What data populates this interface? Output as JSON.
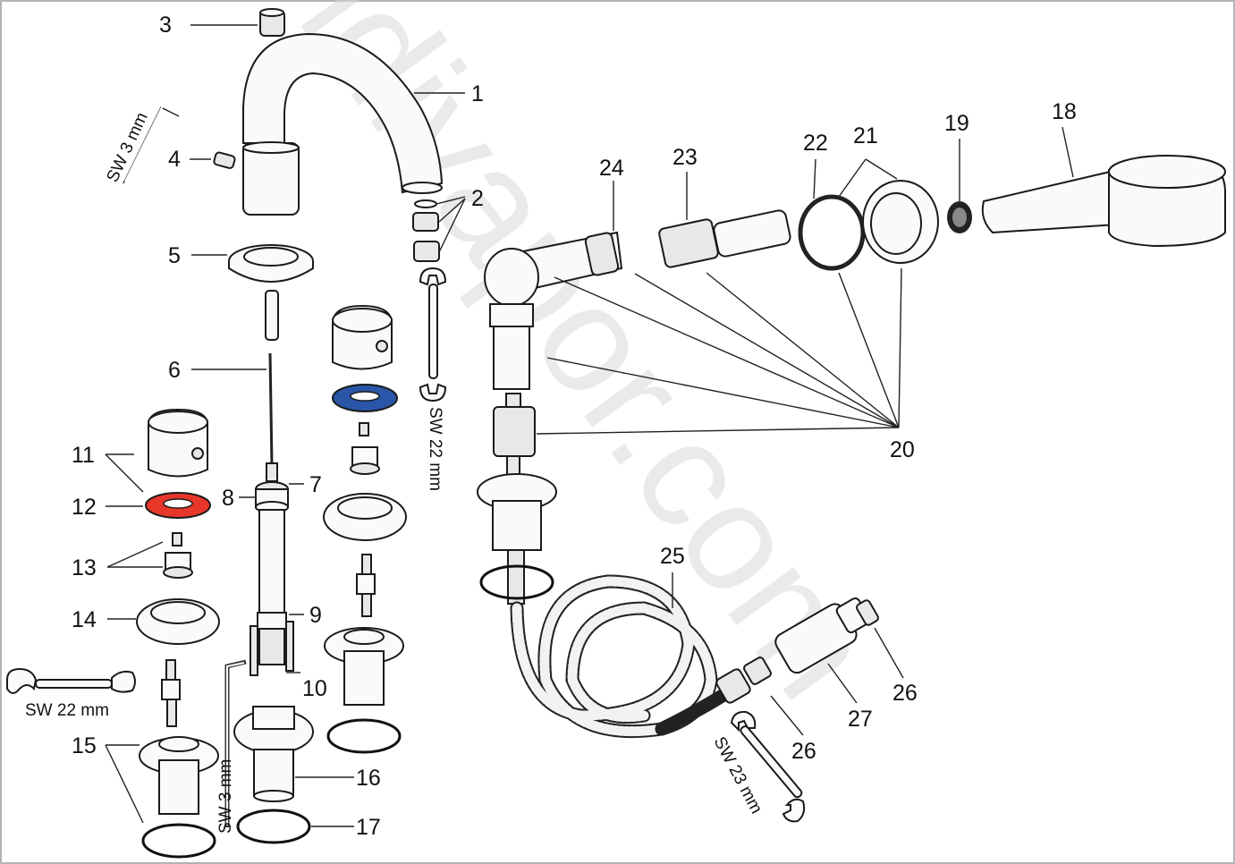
{
  "watermark": "idivapor.com",
  "colors": {
    "hot_rosette": "#e8362a",
    "cold_rosette": "#2a55a8",
    "outline": "#1a1a1a",
    "border": "#b3b3b3"
  },
  "callouts": {
    "n1": "1",
    "n2": "2",
    "n3": "3",
    "n4": "4",
    "n5": "5",
    "n6": "6",
    "n7": "7",
    "n8": "8",
    "n9": "9",
    "n10": "10",
    "n11": "11",
    "n12": "12",
    "n13": "13",
    "n14": "14",
    "n15": "15",
    "n16": "16",
    "n17": "17",
    "n18": "18",
    "n19": "19",
    "n20": "20",
    "n21": "21",
    "n22": "22",
    "n23": "23",
    "n24": "24",
    "n25": "25",
    "n26a": "26",
    "n26b": "26",
    "n27": "27"
  },
  "tool_labels": {
    "sw3_top": "SW 3 mm",
    "sw22_right": "SW 22 mm",
    "sw22_left": "SW 22 mm",
    "sw3_bottom": "SW 3 mm",
    "sw23": "SW 23 mm"
  }
}
